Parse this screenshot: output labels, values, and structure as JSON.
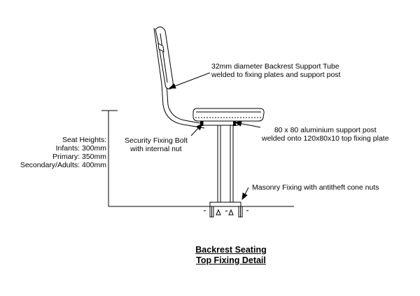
{
  "labels": {
    "backrest_tube": {
      "line1": "32mm diameter Backrest Support Tube",
      "line2": "welded to fixing plates and support post"
    },
    "support_post": {
      "line1": "80 x 80 aluminium support post",
      "line2": "welded onto 120x80x10 top fixing plate"
    },
    "security_bolt": {
      "line1": "Security Fixing Bolt",
      "line2": "with internal nut"
    },
    "seat_heights": {
      "heading": "Seat Heights:",
      "infants": "Infants: 300mm",
      "primary": "Primary: 350mm",
      "secondary": "Secondary/Adults: 400mm"
    },
    "masonry_fixing": "Masonry Fixing with antitheft cone nuts"
  },
  "title": {
    "line1": "Backrest Seating",
    "line2": "Top Fixing Detail"
  },
  "colors": {
    "line": "#000000",
    "background": "#ffffff"
  }
}
